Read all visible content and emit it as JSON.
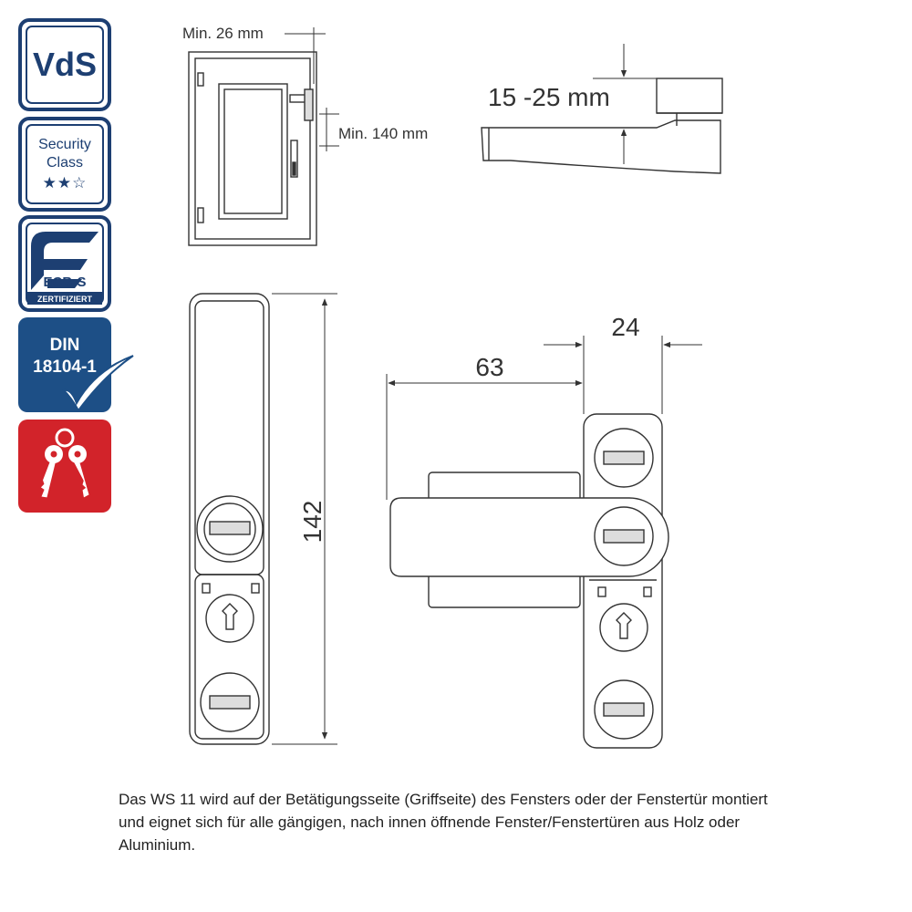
{
  "badges": {
    "vds": "VdS",
    "security_line1": "Security",
    "security_line2": "Class",
    "security_stars": "★★☆",
    "ecbs_brand": "ECB•S",
    "ecbs_sub": "ZERTIFIZIERT",
    "din_line1": "DIN",
    "din_line2": "18104-1",
    "keys_icon": "keys-icon"
  },
  "dimensions": {
    "min_width": "Min. 26 mm",
    "min_height": "Min. 140 mm",
    "range": "15 -25 mm",
    "height": "142",
    "length": "63",
    "width": "24"
  },
  "caption": "Das WS 11 wird auf der Betätigungsseite (Griffseite) des Fensters oder der Fenstertür montiert und eignet sich für alle gängigen, nach innen öffnende Fenster/Fenstertüren aus Holz oder Aluminium.",
  "colors": {
    "navy": "#1d3f72",
    "din_blue": "#1d4f86",
    "key_red": "#d2232a",
    "line": "#333333"
  }
}
